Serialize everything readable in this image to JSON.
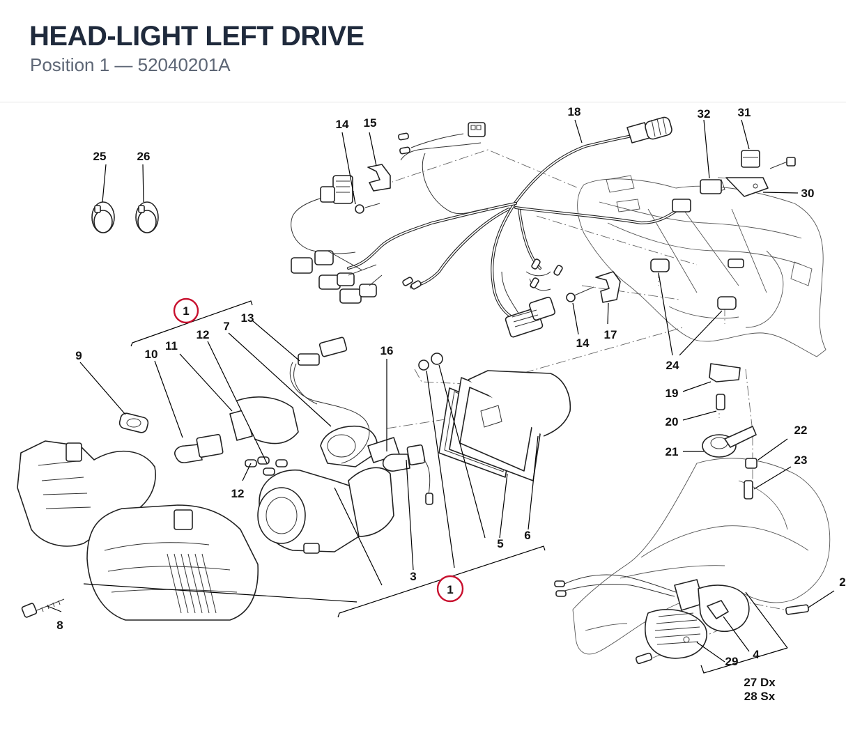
{
  "header": {
    "title": "HEAD-LIGHT LEFT DRIVE",
    "subtitle": "Position 1 — 52040201A"
  },
  "diagram": {
    "highlight_color": "#c8102e",
    "highlighted_position": "1",
    "labels": {
      "p1a": "1",
      "p1b": "1",
      "p2": "2",
      "p3": "3",
      "p4": "4",
      "p5": "5",
      "p6": "6",
      "p7": "7",
      "p8": "8",
      "p9": "9",
      "p10": "10",
      "p11": "11",
      "p12a": "12",
      "p12b": "12",
      "p13": "13",
      "p14a": "14",
      "p14b": "14",
      "p15": "15",
      "p16": "16",
      "p17": "17",
      "p18": "18",
      "p19": "19",
      "p20": "20",
      "p21": "21",
      "p22": "22",
      "p23": "23",
      "p24": "24",
      "p25": "25",
      "p26": "26",
      "p27": "27 Dx",
      "p28": "28 Sx",
      "p29": "29",
      "p30": "30",
      "p31": "31",
      "p32": "32"
    }
  }
}
